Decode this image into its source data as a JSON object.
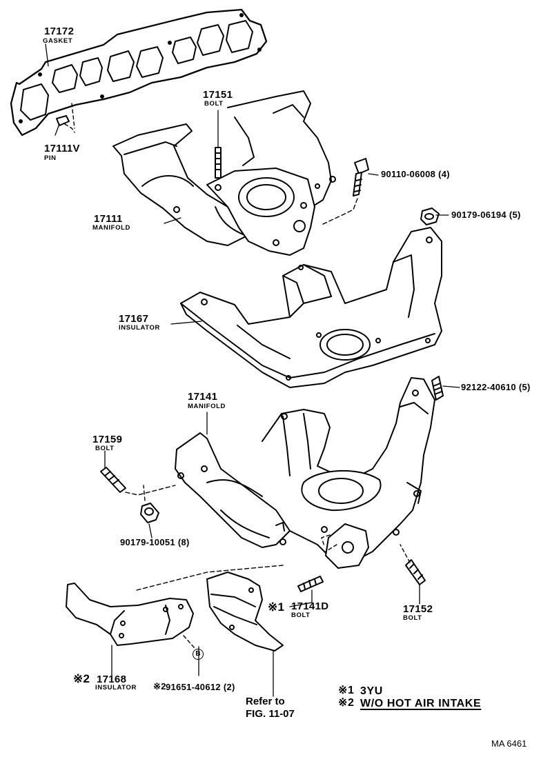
{
  "parts": {
    "p17172": {
      "number": "17172",
      "name": "GASKET"
    },
    "p17111V": {
      "number": "17111V",
      "name": "PIN"
    },
    "p17151": {
      "number": "17151",
      "name": "BOLT"
    },
    "p90110": {
      "number": "90110-06008 (4)"
    },
    "p17111": {
      "number": "17111",
      "name": "MANIFOLD"
    },
    "p90179a": {
      "number": "90179-06194 (5)"
    },
    "p17167": {
      "number": "17167",
      "name": "INSULATOR"
    },
    "p92122": {
      "number": "92122-40610 (5)"
    },
    "p17141": {
      "number": "17141",
      "name": "MANIFOLD"
    },
    "p17159": {
      "number": "17159",
      "name": "BOLT"
    },
    "p90179b": {
      "number": "90179-10051 (8)"
    },
    "p17141D": {
      "mark": "※1",
      "number": "17141D",
      "name": "BOLT"
    },
    "p17152": {
      "number": "17152",
      "name": "BOLT"
    },
    "p17168": {
      "mark": "※2",
      "number": "17168",
      "name": "INSULATOR"
    },
    "p91651": {
      "mark": "※2",
      "number": "91651-40612 (2)"
    }
  },
  "callout_b": "B",
  "refer": {
    "line1": "Refer to",
    "line2": "FIG. 11-07"
  },
  "legend": [
    {
      "mark": "※1",
      "text": "3YU"
    },
    {
      "mark": "※2",
      "text": "W/O  HOT  AIR  INTAKE"
    }
  ],
  "figure_code": "MA  6461"
}
